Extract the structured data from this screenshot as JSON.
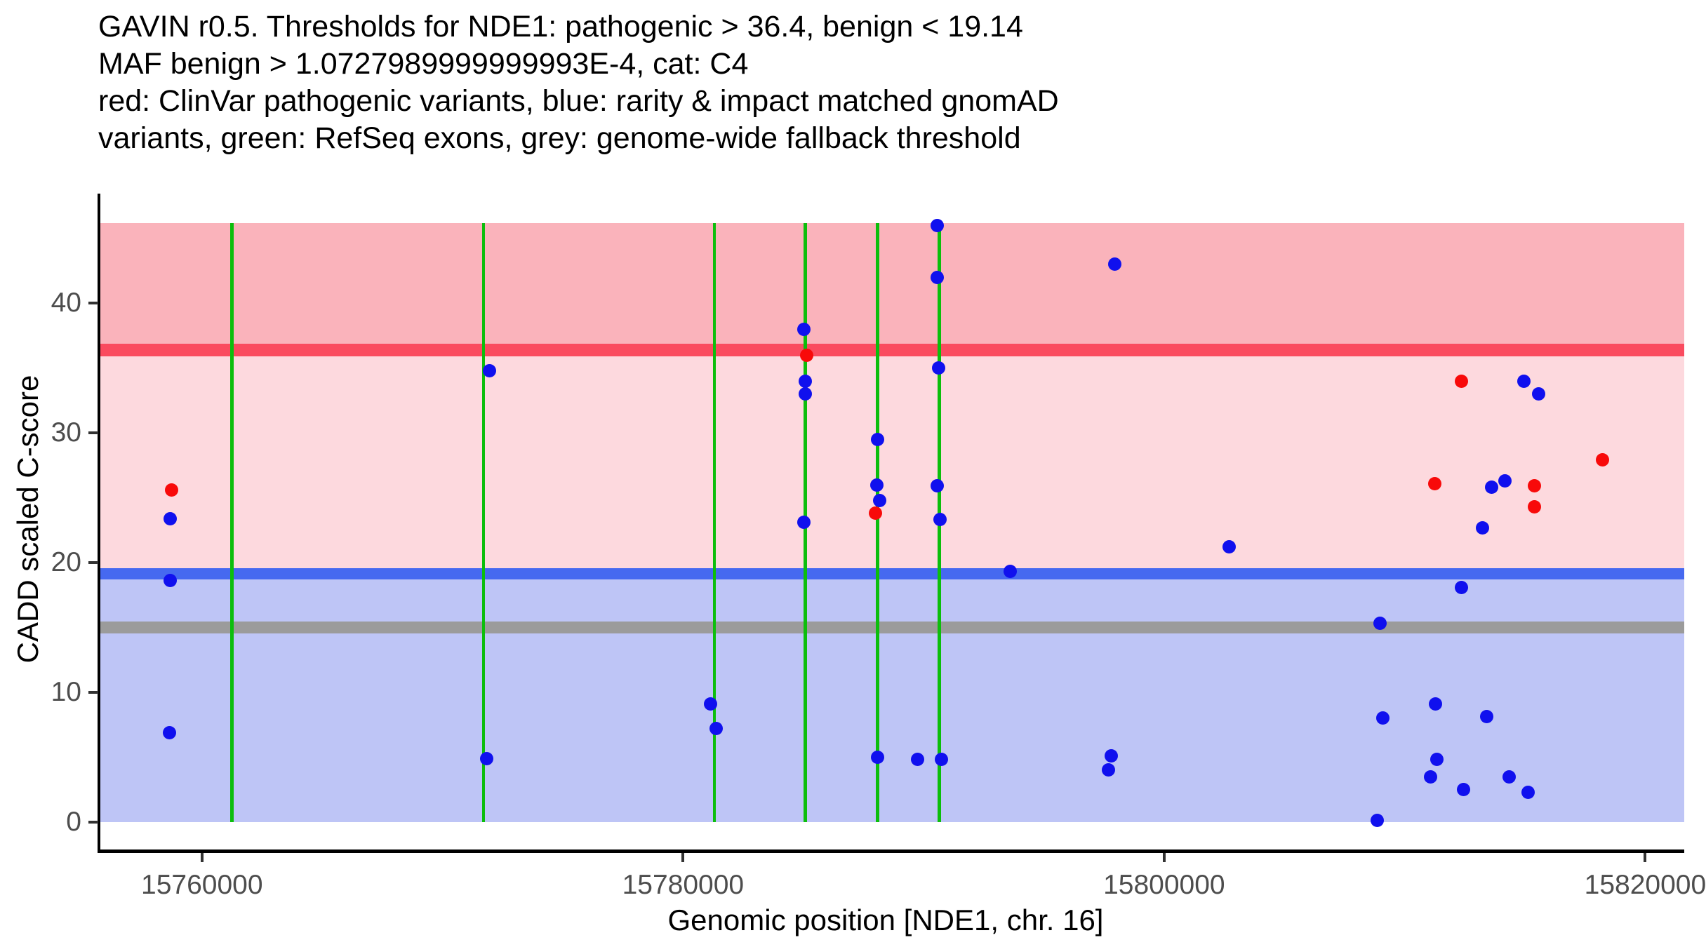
{
  "title_lines": [
    "GAVIN r0.5. Thresholds for NDE1: pathogenic > 36.4, benign < 19.14",
    "MAF benign > 1.0727989999999993E-4, cat: C4",
    "red: ClinVar pathogenic variants, blue: rarity & impact matched gnomAD",
    "variants, green: RefSeq exons, grey: genome-wide fallback threshold"
  ],
  "axes": {
    "x_label": "Genomic position [NDE1, chr. 16]",
    "y_label": "CADD scaled C-score",
    "x_ticks": [
      15760000,
      15780000,
      15800000,
      15820000
    ],
    "y_ticks": [
      0,
      10,
      20,
      30,
      40
    ]
  },
  "chart_data": {
    "type": "scatter",
    "title": "GAVIN r0.5. Thresholds for NDE1: pathogenic > 36.4, benign < 19.14; MAF benign > 1.0727989999999993E-4, cat: C4",
    "xlabel": "Genomic position [NDE1, chr. 16]",
    "ylabel": "CADD scaled C-score",
    "xlim": [
      15755750,
      15821610
    ],
    "ylim": [
      -2.2,
      47.4
    ],
    "grid": false,
    "legend_position": "none",
    "gene": "NDE1",
    "chromosome": "16",
    "category": "C4",
    "thresholds": {
      "pathogenic_gt": 36.4,
      "benign_lt": 19.14,
      "genome_wide_fallback": 15.0,
      "maf_benign_gt": "1.0727989999999993E-4"
    },
    "bands": [
      {
        "name": "pathogenic-zone",
        "from": 36.4,
        "to": 46.2,
        "color": "#fab3bb"
      },
      {
        "name": "vus-zone",
        "from": 19.14,
        "to": 36.4,
        "color": "#fdd9de"
      },
      {
        "name": "benign-zone",
        "from": 0,
        "to": 19.14,
        "color": "#bec5f6"
      }
    ],
    "threshold_lines": [
      {
        "name": "pathogenic-threshold",
        "value": 36.4,
        "color": "#fa4b5f",
        "thickness_units": 1.0
      },
      {
        "name": "benign-threshold",
        "value": 19.14,
        "color": "#4669f0",
        "thickness_units": 0.9
      },
      {
        "name": "genome-wide-fallback-threshold",
        "value": 15.0,
        "color": "#9b9b9b",
        "thickness_units": 0.9
      }
    ],
    "refseq_exons_x": [
      15761250,
      15771700,
      15781310,
      15785080,
      15788090,
      15790650
    ],
    "exon_color": "#0cbe0c",
    "band_y_extent": [
      0,
      46.2
    ],
    "series": [
      {
        "name": "ClinVar pathogenic variants",
        "color": "#f80a0a",
        "points": [
          [
            15758750,
            25.6
          ],
          [
            15785130,
            36.0
          ],
          [
            15788000,
            23.8
          ],
          [
            15811250,
            26.1
          ],
          [
            15812360,
            34.0
          ],
          [
            15815390,
            25.9
          ],
          [
            15815390,
            24.3
          ],
          [
            15818220,
            27.9
          ]
        ]
      },
      {
        "name": "rarity & impact matched gnomAD variants",
        "color": "#1010ee",
        "points": [
          [
            15758670,
            23.4
          ],
          [
            15758670,
            18.6
          ],
          [
            15758660,
            6.9
          ],
          [
            15771960,
            34.8
          ],
          [
            15771850,
            4.9
          ],
          [
            15781140,
            9.1
          ],
          [
            15781380,
            7.2
          ],
          [
            15785030,
            38.0
          ],
          [
            15785080,
            34.0
          ],
          [
            15785080,
            33.0
          ],
          [
            15785020,
            23.1
          ],
          [
            15788080,
            29.5
          ],
          [
            15788070,
            26.0
          ],
          [
            15788170,
            24.8
          ],
          [
            15788100,
            5.0
          ],
          [
            15789740,
            4.8
          ],
          [
            15790570,
            46.0
          ],
          [
            15790580,
            42.0
          ],
          [
            15790630,
            35.0
          ],
          [
            15790580,
            25.9
          ],
          [
            15790690,
            23.3
          ],
          [
            15790750,
            4.8
          ],
          [
            15793610,
            19.3
          ],
          [
            15797960,
            43.0
          ],
          [
            15797810,
            5.1
          ],
          [
            15797690,
            4.0
          ],
          [
            15802710,
            21.2
          ],
          [
            15808980,
            15.3
          ],
          [
            15808860,
            0.1
          ],
          [
            15809090,
            8.0
          ],
          [
            15811270,
            9.1
          ],
          [
            15811340,
            4.8
          ],
          [
            15811080,
            3.5
          ],
          [
            15812360,
            18.1
          ],
          [
            15812450,
            2.5
          ],
          [
            15813240,
            22.7
          ],
          [
            15813610,
            25.8
          ],
          [
            15813410,
            8.1
          ],
          [
            15814170,
            26.3
          ],
          [
            15814340,
            3.5
          ],
          [
            15814960,
            34.0
          ],
          [
            15815130,
            2.3
          ],
          [
            15815570,
            33.0
          ]
        ]
      }
    ]
  }
}
